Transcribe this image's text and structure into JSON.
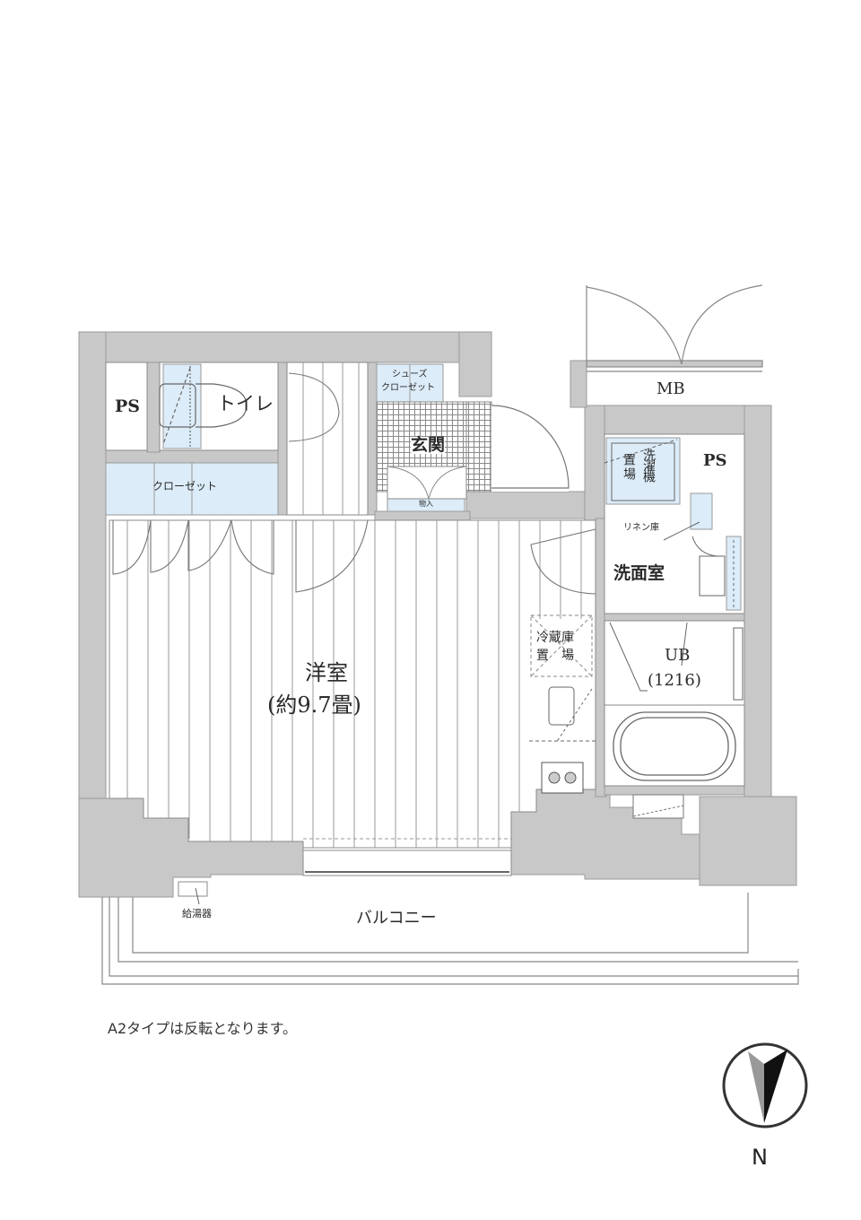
{
  "floor_plan": {
    "colors": {
      "wall": "#c8c8c8",
      "wall_edge": "#9a9a9a",
      "storage_fill": "#dcecf8",
      "floor_line": "#9a9a9a",
      "tile": "#8a8a8a",
      "line": "#555555"
    },
    "rooms": {
      "western_room_label": "洋室",
      "western_room_size": "(約9.7畳)",
      "toilet": "トイレ",
      "entrance": "玄関",
      "shoe_closet_line1": "シューズ",
      "shoe_closet_line2": "クローゼット",
      "entrance_storage": "物入",
      "closet": "クローゼット",
      "ps_left": "PS",
      "ps_right": "PS",
      "meter_box": "MB",
      "washroom": "洗面室",
      "linen_cabinet": "リネン庫",
      "washer_space_col1": "置場",
      "washer_space_col2": "洗濯機",
      "fridge_space_line1": "冷蔵庫",
      "fridge_space_line2": "置　場",
      "unit_bath": "UB",
      "unit_bath_size": "(1216)",
      "water_heater": "給湯器",
      "balcony": "バルコニー"
    },
    "note": "A2タイプは反転となります。",
    "compass": {
      "icon": "north-arrow-icon",
      "label": "N"
    }
  }
}
